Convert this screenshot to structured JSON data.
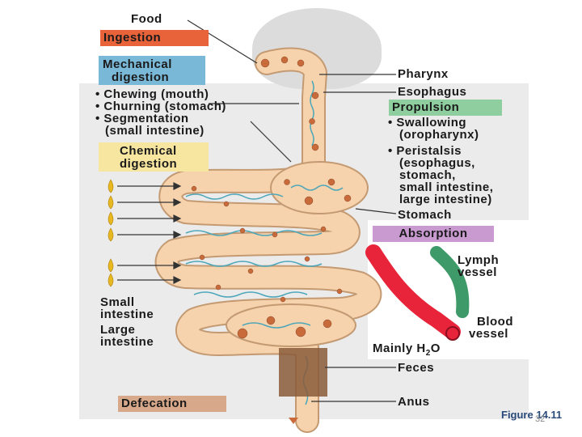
{
  "labels": {
    "food": "Food",
    "ingestion": "Ingestion",
    "mechanical_digestion_1": "Mechanical",
    "mechanical_digestion_2": "digestion",
    "mechanical_items": [
      "• Chewing (mouth)",
      "• Churning (stomach)",
      "• Segmentation",
      "(small intestine)"
    ],
    "chemical_digestion_1": "Chemical",
    "chemical_digestion_2": "digestion",
    "small_intestine_1": "Small",
    "small_intestine_2": "intestine",
    "large_intestine_1": "Large",
    "large_intestine_2": "intestine",
    "defecation": "Defecation",
    "pharynx": "Pharynx",
    "esophagus": "Esophagus",
    "propulsion": "Propulsion",
    "propulsion_items": [
      "• Swallowing",
      "(oropharynx)",
      "• Peristalsis",
      "(esophagus,",
      "stomach,",
      "small intestine,",
      "large intestine)"
    ],
    "stomach": "Stomach",
    "absorption": "Absorption",
    "lymph_1": "Lymph",
    "lymph_2": "vessel",
    "blood_1": "Blood",
    "blood_2": "vessel",
    "mainly_h2o": "Mainly H",
    "h2o_sub": "2",
    "h2o_o": "O",
    "feces": "Feces",
    "anus": "Anus"
  },
  "caption": {
    "figure": "Figure 14.11",
    "page_number": "32"
  },
  "colors": {
    "ingestion_box": "#e8623a",
    "mechanical_box": "#7ab8d8",
    "propulsion_box": "#8fcf9f",
    "absorption_box": "#c89ad0",
    "defecation_box": "#d7a88a",
    "chemical_box": "#f6e6a0",
    "tract_fill": "#f6d3ad",
    "tract_outline": "#c49a72",
    "food_particle": "#c86a3a",
    "wave_line": "#4aa6b8",
    "blood_vessel": "#e8243a",
    "lymph_vessel": "#3f9a6a",
    "feces": "#8a5a3a",
    "enzyme_drop": "#e8b820",
    "panel_bg": "#e8e8e8"
  }
}
